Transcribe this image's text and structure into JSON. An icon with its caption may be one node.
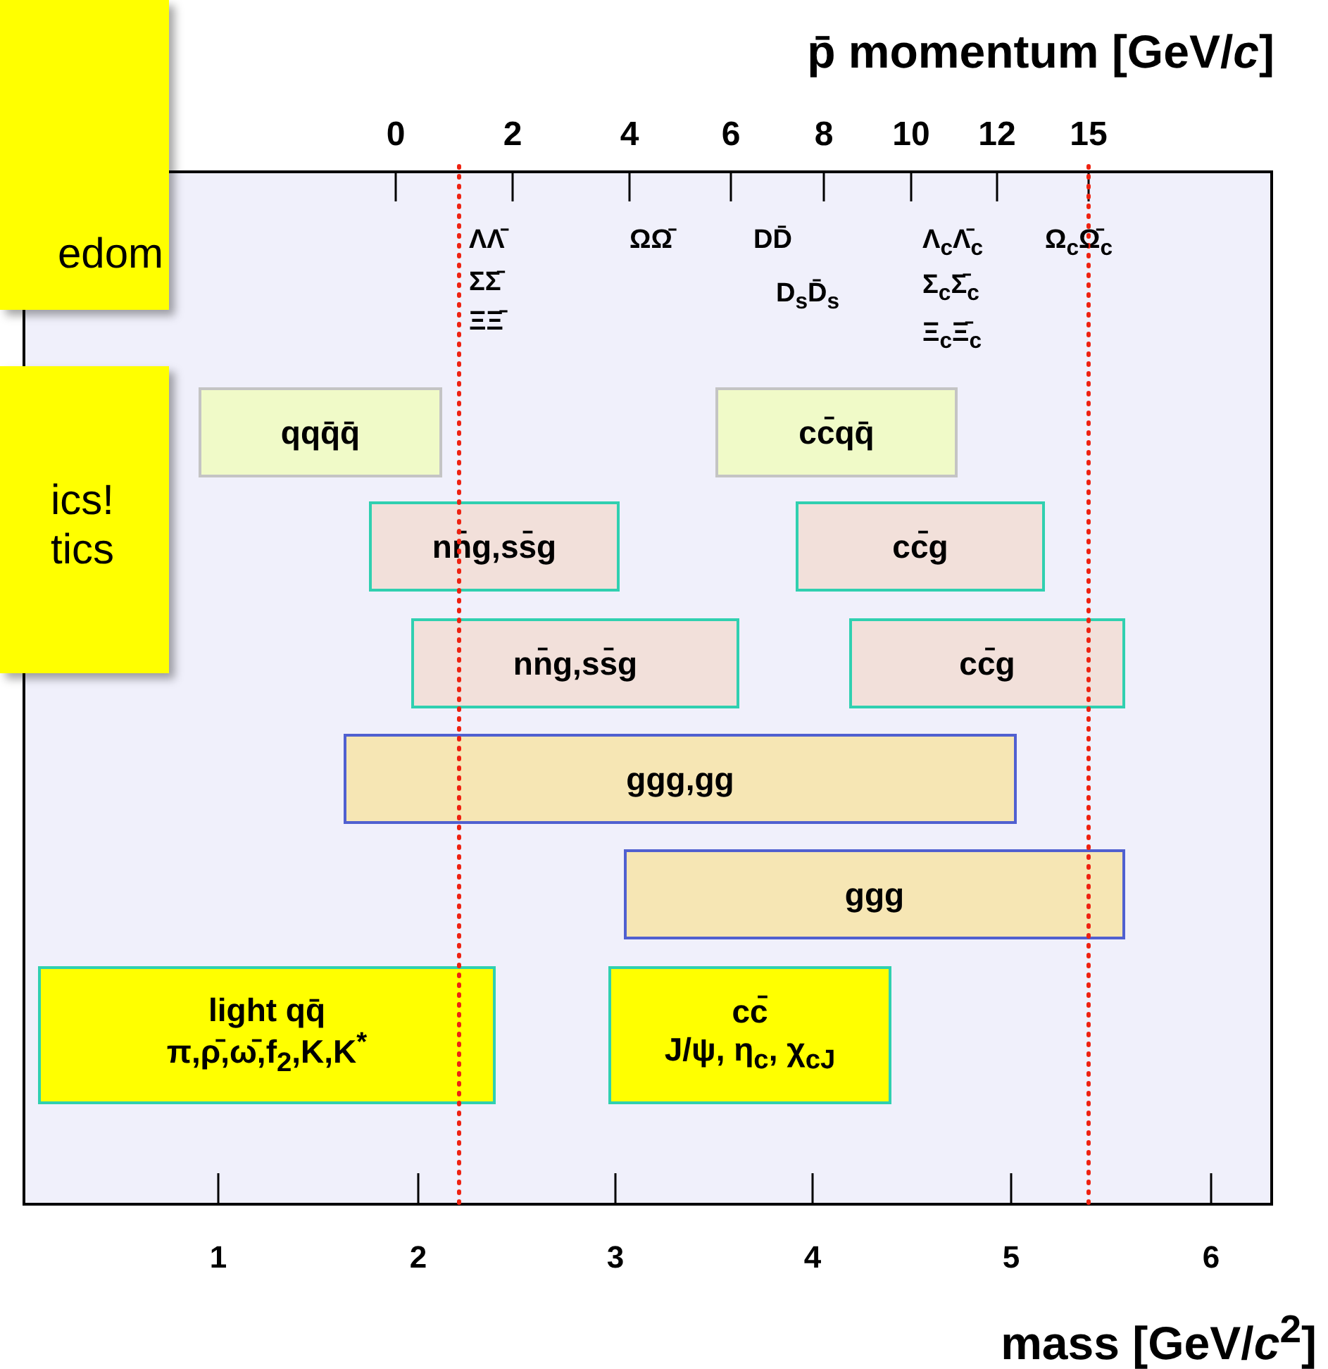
{
  "diagram": {
    "nodes": [
      {
        "text": [
          "edom"
        ]
      },
      {
        "text": [
          "ics! tics"
        ]
      },
      {
        "text": [
          "qqq̄q̄"
        ]
      },
      {
        "text": [
          "cc̄qq̄"
        ]
      },
      {
        "text": [
          "nn̄g,ss̄g"
        ]
      },
      {
        "text": [
          "cc̄g"
        ]
      },
      {
        "text": [
          "nn̄g,ss̄g"
        ]
      },
      {
        "text": [
          "cc̄g"
        ]
      },
      {
        "text": [
          "ggg,gg"
        ]
      },
      {
        "text": [
          "ggg"
        ]
      },
      {
        "text": [
          "light qq̄",
          "π,ρ̄,ω̄,f$_{2}$,K,K$^{*}$"
        ]
      },
      {
        "text": [
          "cc̄",
          "J/ψ, η$_{c}$, χ$_{cJ}$"
        ]
      }
    ],
    "labels": [
      "p̄ momentum [GeV/*c*]",
      "0",
      "2",
      "4",
      "6",
      "8",
      "10",
      "12",
      "15",
      "ΛΛ̄",
      "ΩΩ̄",
      "DD̄",
      "Λ$_{c}$Λ̄$_{c}$",
      "Ω$_{c}$Ω̄$_{c}$",
      "ΣΣ̄",
      "D$_{s}$D̄$_{s}$",
      "Σ$_{c}$Σ̄$_{c}$",
      "ΞΞ̄",
      "Ξ$_{c}$Ξ̄$_{c}$",
      "1",
      "2",
      "3",
      "4",
      "5",
      "6",
      "mass [GeV/*c*$^{2}$]"
    ]
  }
}
